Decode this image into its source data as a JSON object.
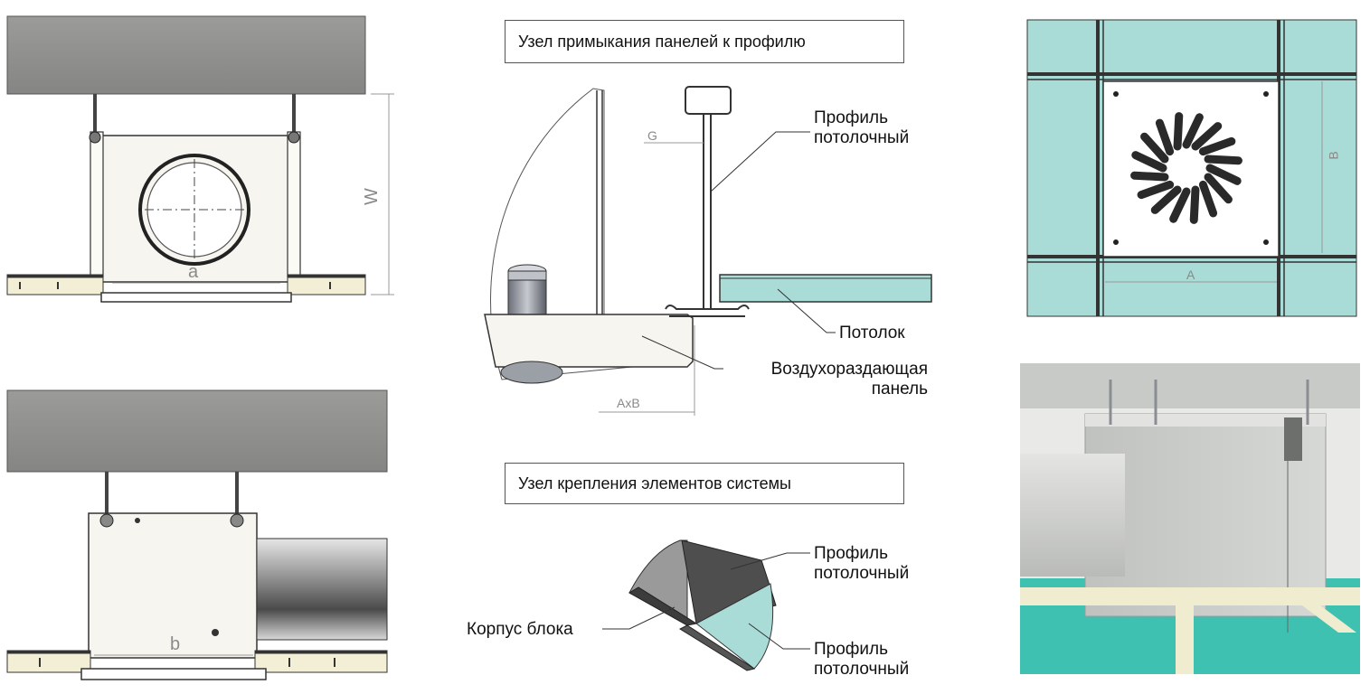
{
  "captions": {
    "panel_joint": "Узел примыкания панелей к профилю",
    "fixing_joint": "Узел крепления элементов системы"
  },
  "labels": {
    "profile_top": [
      "Профиль",
      "потолочный"
    ],
    "ceiling": "Потолок",
    "air_panel": [
      "Воздухораздающая",
      "панель"
    ],
    "body": "Корпус блока",
    "profile_mid": [
      "Профиль",
      "потолочный"
    ],
    "profile_bot": [
      "Профиль",
      "потолочный"
    ]
  },
  "dimensions": {
    "a": "a",
    "W": "W",
    "b": "b",
    "G": "G",
    "AxB": "AxB",
    "A": "A",
    "B": "B"
  },
  "colors": {
    "concrete": "#8f8f8d",
    "panel_white": "#f6f5ef",
    "ceiling_tile": "#f2efd6",
    "teal": "#a9dcd6",
    "diffuser_slot": "#2a2a2a",
    "render_wall": "#cfd1ce"
  }
}
